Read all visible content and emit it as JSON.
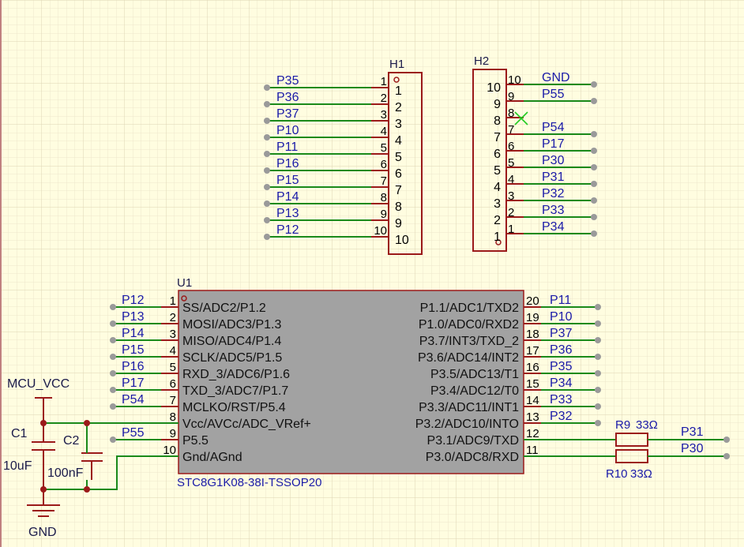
{
  "colors": {
    "background": "#fffde0",
    "grid": "#e6e0c4",
    "wire": "#1a8a1a",
    "component": "#9b1a1a",
    "label": "#1a1aa8",
    "pin_number": "#000000",
    "chip_fill": "#a2a2a2",
    "port": "#9a9a9a",
    "no_connect": "#22cc22"
  },
  "h1": {
    "designator": "H1",
    "body_numbers": [
      "1",
      "2",
      "3",
      "4",
      "5",
      "6",
      "7",
      "8",
      "9",
      "10"
    ],
    "pins": [
      {
        "num": "1",
        "net": "P35"
      },
      {
        "num": "2",
        "net": "P36"
      },
      {
        "num": "3",
        "net": "P37"
      },
      {
        "num": "4",
        "net": "P10"
      },
      {
        "num": "5",
        "net": "P11"
      },
      {
        "num": "6",
        "net": "P16"
      },
      {
        "num": "7",
        "net": "P15"
      },
      {
        "num": "8",
        "net": "P14"
      },
      {
        "num": "9",
        "net": "P13"
      },
      {
        "num": "10",
        "net": "P12"
      }
    ]
  },
  "h2": {
    "designator": "H2",
    "body_numbers": [
      "10",
      "9",
      "8",
      "7",
      "6",
      "5",
      "4",
      "3",
      "2",
      "1"
    ],
    "pins": [
      {
        "num": "10",
        "net": "GND"
      },
      {
        "num": "9",
        "net": "P55"
      },
      {
        "num": "8",
        "net": ""
      },
      {
        "num": "7",
        "net": "P54"
      },
      {
        "num": "6",
        "net": "P17"
      },
      {
        "num": "5",
        "net": "P30"
      },
      {
        "num": "4",
        "net": "P31"
      },
      {
        "num": "3",
        "net": "P32"
      },
      {
        "num": "2",
        "net": "P33"
      },
      {
        "num": "1",
        "net": "P34"
      }
    ]
  },
  "u1": {
    "designator": "U1",
    "part": "STC8G1K08-38I-TSSOP20",
    "left_pins": [
      {
        "num": "1",
        "name": "SS/ADC2/P1.2",
        "net": "P12"
      },
      {
        "num": "2",
        "name": "MOSI/ADC3/P1.3",
        "net": "P13"
      },
      {
        "num": "3",
        "name": "MISO/ADC4/P1.4",
        "net": "P14"
      },
      {
        "num": "4",
        "name": "SCLK/ADC5/P1.5",
        "net": "P15"
      },
      {
        "num": "5",
        "name": "RXD_3/ADC6/P1.6",
        "net": "P16"
      },
      {
        "num": "6",
        "name": "TXD_3/ADC7/P1.7",
        "net": "P17"
      },
      {
        "num": "7",
        "name": "MCLKO/RST/P5.4",
        "net": "P54"
      },
      {
        "num": "8",
        "name": "Vcc/AVCc/ADC_VRef+",
        "net": ""
      },
      {
        "num": "9",
        "name": "P5.5",
        "net": "P55"
      },
      {
        "num": "10",
        "name": "Gnd/AGnd",
        "net": ""
      }
    ],
    "right_pins": [
      {
        "num": "20",
        "name": "P1.1/ADC1/TXD2",
        "net": "P11"
      },
      {
        "num": "19",
        "name": "P1.0/ADC0/RXD2",
        "net": "P10"
      },
      {
        "num": "18",
        "name": "P3.7/INT3/TXD_2",
        "net": "P37"
      },
      {
        "num": "17",
        "name": "P3.6/ADC14/INT2",
        "net": "P36"
      },
      {
        "num": "16",
        "name": "P3.5/ADC13/T1",
        "net": "P35"
      },
      {
        "num": "15",
        "name": "P3.4/ADC12/T0",
        "net": "P34"
      },
      {
        "num": "14",
        "name": "P3.3/ADC11/INT1",
        "net": "P33"
      },
      {
        "num": "13",
        "name": "P3.2/ADC10/INTO",
        "net": "P32"
      },
      {
        "num": "12",
        "name": "P3.1/ADC9/TXD",
        "net": ""
      },
      {
        "num": "11",
        "name": "P3.0/ADC8/RXD",
        "net": ""
      }
    ]
  },
  "power": {
    "vcc": "MCU_VCC",
    "gnd": "GND"
  },
  "c1": {
    "designator": "C1",
    "value": "10uF"
  },
  "c2": {
    "designator": "C2",
    "value": "100nF"
  },
  "r9": {
    "designator": "R9",
    "value": "33Ω",
    "net": "P31"
  },
  "r10": {
    "designator": "R10",
    "value": "33Ω",
    "net": "P30"
  }
}
